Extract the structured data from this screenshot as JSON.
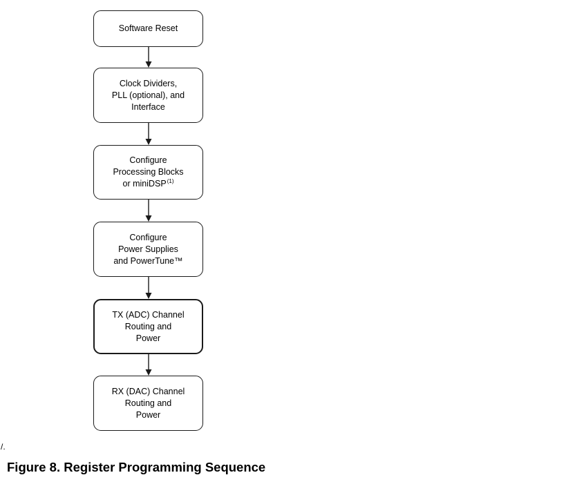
{
  "steps": [
    {
      "id": "software-reset",
      "lines": [
        "Software Reset"
      ]
    },
    {
      "id": "clock-dividers",
      "lines": [
        "Clock Dividers,",
        "PLL (optional), and",
        "Interface"
      ]
    },
    {
      "id": "configure-processing-blocks",
      "lines": [
        "Configure",
        "Processing Blocks",
        "or miniDSP"
      ],
      "superscript": "(1)"
    },
    {
      "id": "configure-power-supplies",
      "lines": [
        "Configure",
        "Power Supplies",
        "and PowerTune™"
      ]
    },
    {
      "id": "tx-adc-channel",
      "lines": [
        "TX (ADC) Channel",
        "Routing and",
        "Power"
      ]
    },
    {
      "id": "rx-dac-channel",
      "lines": [
        "RX (DAC) Channel",
        "Routing and",
        "Power"
      ]
    }
  ],
  "stray_mark": "/.",
  "caption": "Figure 8. Register Programming Sequence"
}
